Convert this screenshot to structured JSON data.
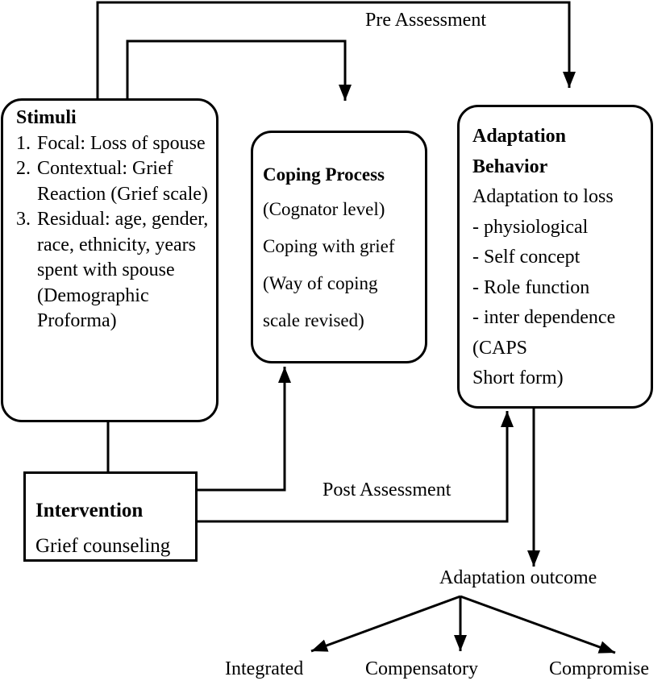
{
  "labels": {
    "pre_assessment": "Pre Assessment",
    "post_assessment": "Post Assessment"
  },
  "stimuli": {
    "title": "Stimuli",
    "items": [
      {
        "num": "1.",
        "text": "Focal:  Loss of spouse"
      },
      {
        "num": "2.",
        "text": "Contextual:  Grief Reaction (Grief scale)"
      },
      {
        "num": "3.",
        "text": "Residual:  age, gender, race, ethnicity, years spent with spouse (Demographic Proforma)"
      }
    ]
  },
  "coping": {
    "title": "Coping Process",
    "lines": [
      "(Cognator level)",
      "Coping with grief",
      "(Way of coping",
      "scale  revised)"
    ]
  },
  "adaptation": {
    "title_line1": "Adaptation",
    "title_line2": "Behavior",
    "lines": [
      "Adaptation to loss",
      "- physiological",
      "- Self concept",
      "- Role function",
      "- inter dependence",
      "(CAPS",
      "Short form)"
    ]
  },
  "intervention": {
    "title": "Intervention",
    "text": "Grief counseling"
  },
  "outcome": {
    "title": "Adaptation outcome",
    "branches": [
      "Integrated",
      "Compensatory",
      "Compromise"
    ]
  }
}
